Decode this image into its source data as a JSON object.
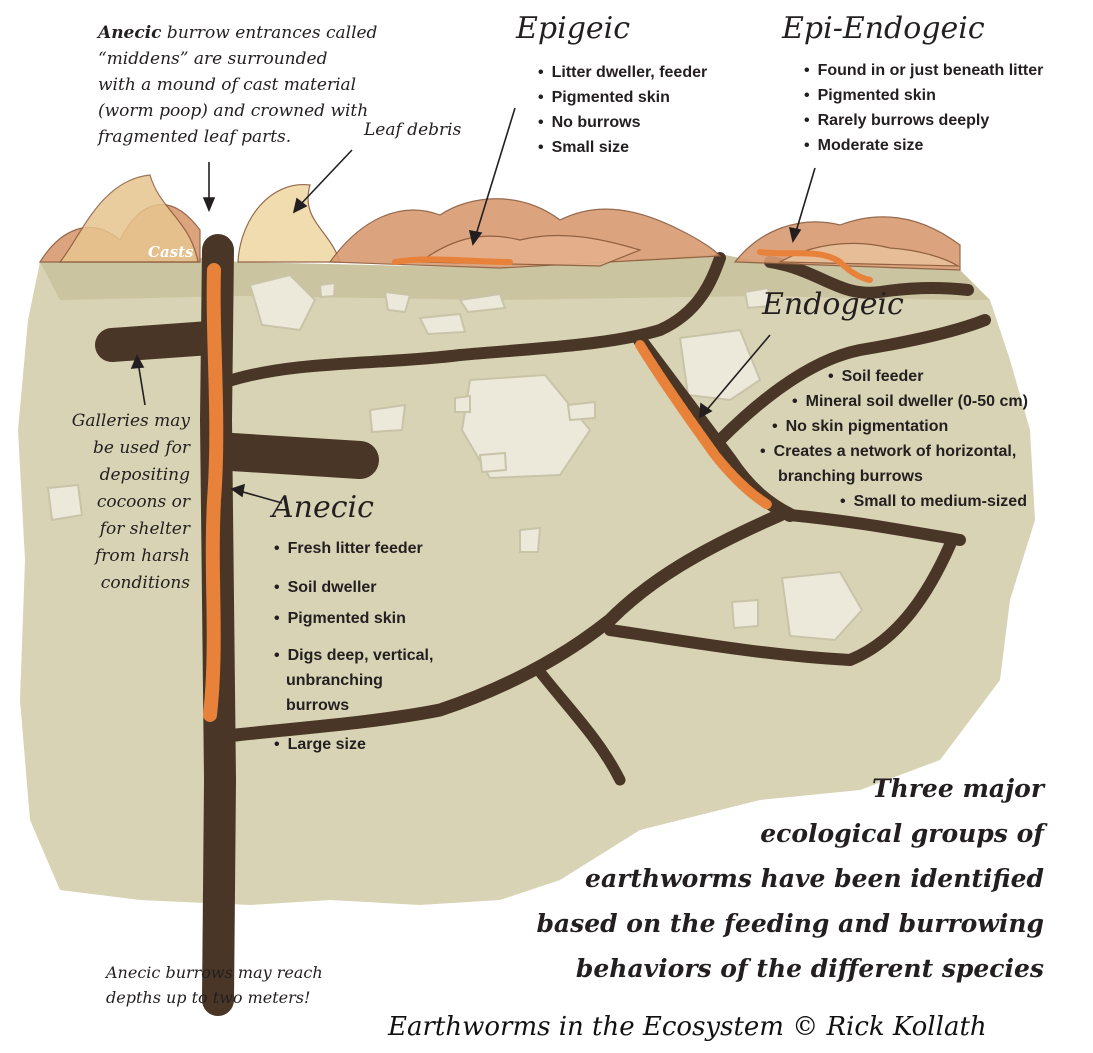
{
  "colors": {
    "soil": "#d8d3b4",
    "soil_dark": "#bfb88f",
    "burrow": "#4a3626",
    "worm": "#e8823a",
    "leaf": "#d99a72",
    "stone": "#ece8da",
    "ink": "#231f20"
  },
  "notes": {
    "middens": [
      "Anecic burrow entrances called",
      "“middens” are surrounded",
      "with a mound of cast material",
      "(worm poop) and crowned with",
      "fragmented leaf parts."
    ],
    "middens_bold_word": "Anecic",
    "leaf_debris": "Leaf debris",
    "casts": "Casts",
    "galleries": [
      "Galleries may",
      "be used for",
      "depositing",
      "cocoons or",
      "for shelter",
      "from harsh",
      "conditions"
    ],
    "depth": [
      "Anecic burrows may reach",
      "depths up to two meters!"
    ]
  },
  "groups": {
    "epigeic": {
      "title": "Epigeic",
      "traits": [
        "Litter dweller, feeder",
        "Pigmented skin",
        "No burrows",
        "Small size"
      ]
    },
    "epi_endogeic": {
      "title": "Epi-Endogeic",
      "traits": [
        "Found in or just beneath litter",
        "Pigmented skin",
        "Rarely burrows deeply",
        "Moderate size"
      ]
    },
    "endogeic": {
      "title": "Endogeic",
      "traits": [
        "Soil feeder",
        "Mineral soil dweller (0-50 cm)",
        "No skin pigmentation",
        "Creates a network of horizontal,",
        "branching burrows",
        "Small to medium-sized"
      ]
    },
    "anecic": {
      "title": "Anecic",
      "traits": [
        "Fresh litter feeder",
        "Soil dweller",
        "Pigmented skin",
        "Digs deep, vertical,",
        "unbranching",
        "burrows",
        "Large size"
      ]
    }
  },
  "summary": [
    "Three major",
    "ecological groups of",
    "earthworms have been identified",
    "based on the feeding and burrowing",
    "behaviors of the different species"
  ],
  "credit": "Earthworms in the Ecosystem © Rick Kollath"
}
